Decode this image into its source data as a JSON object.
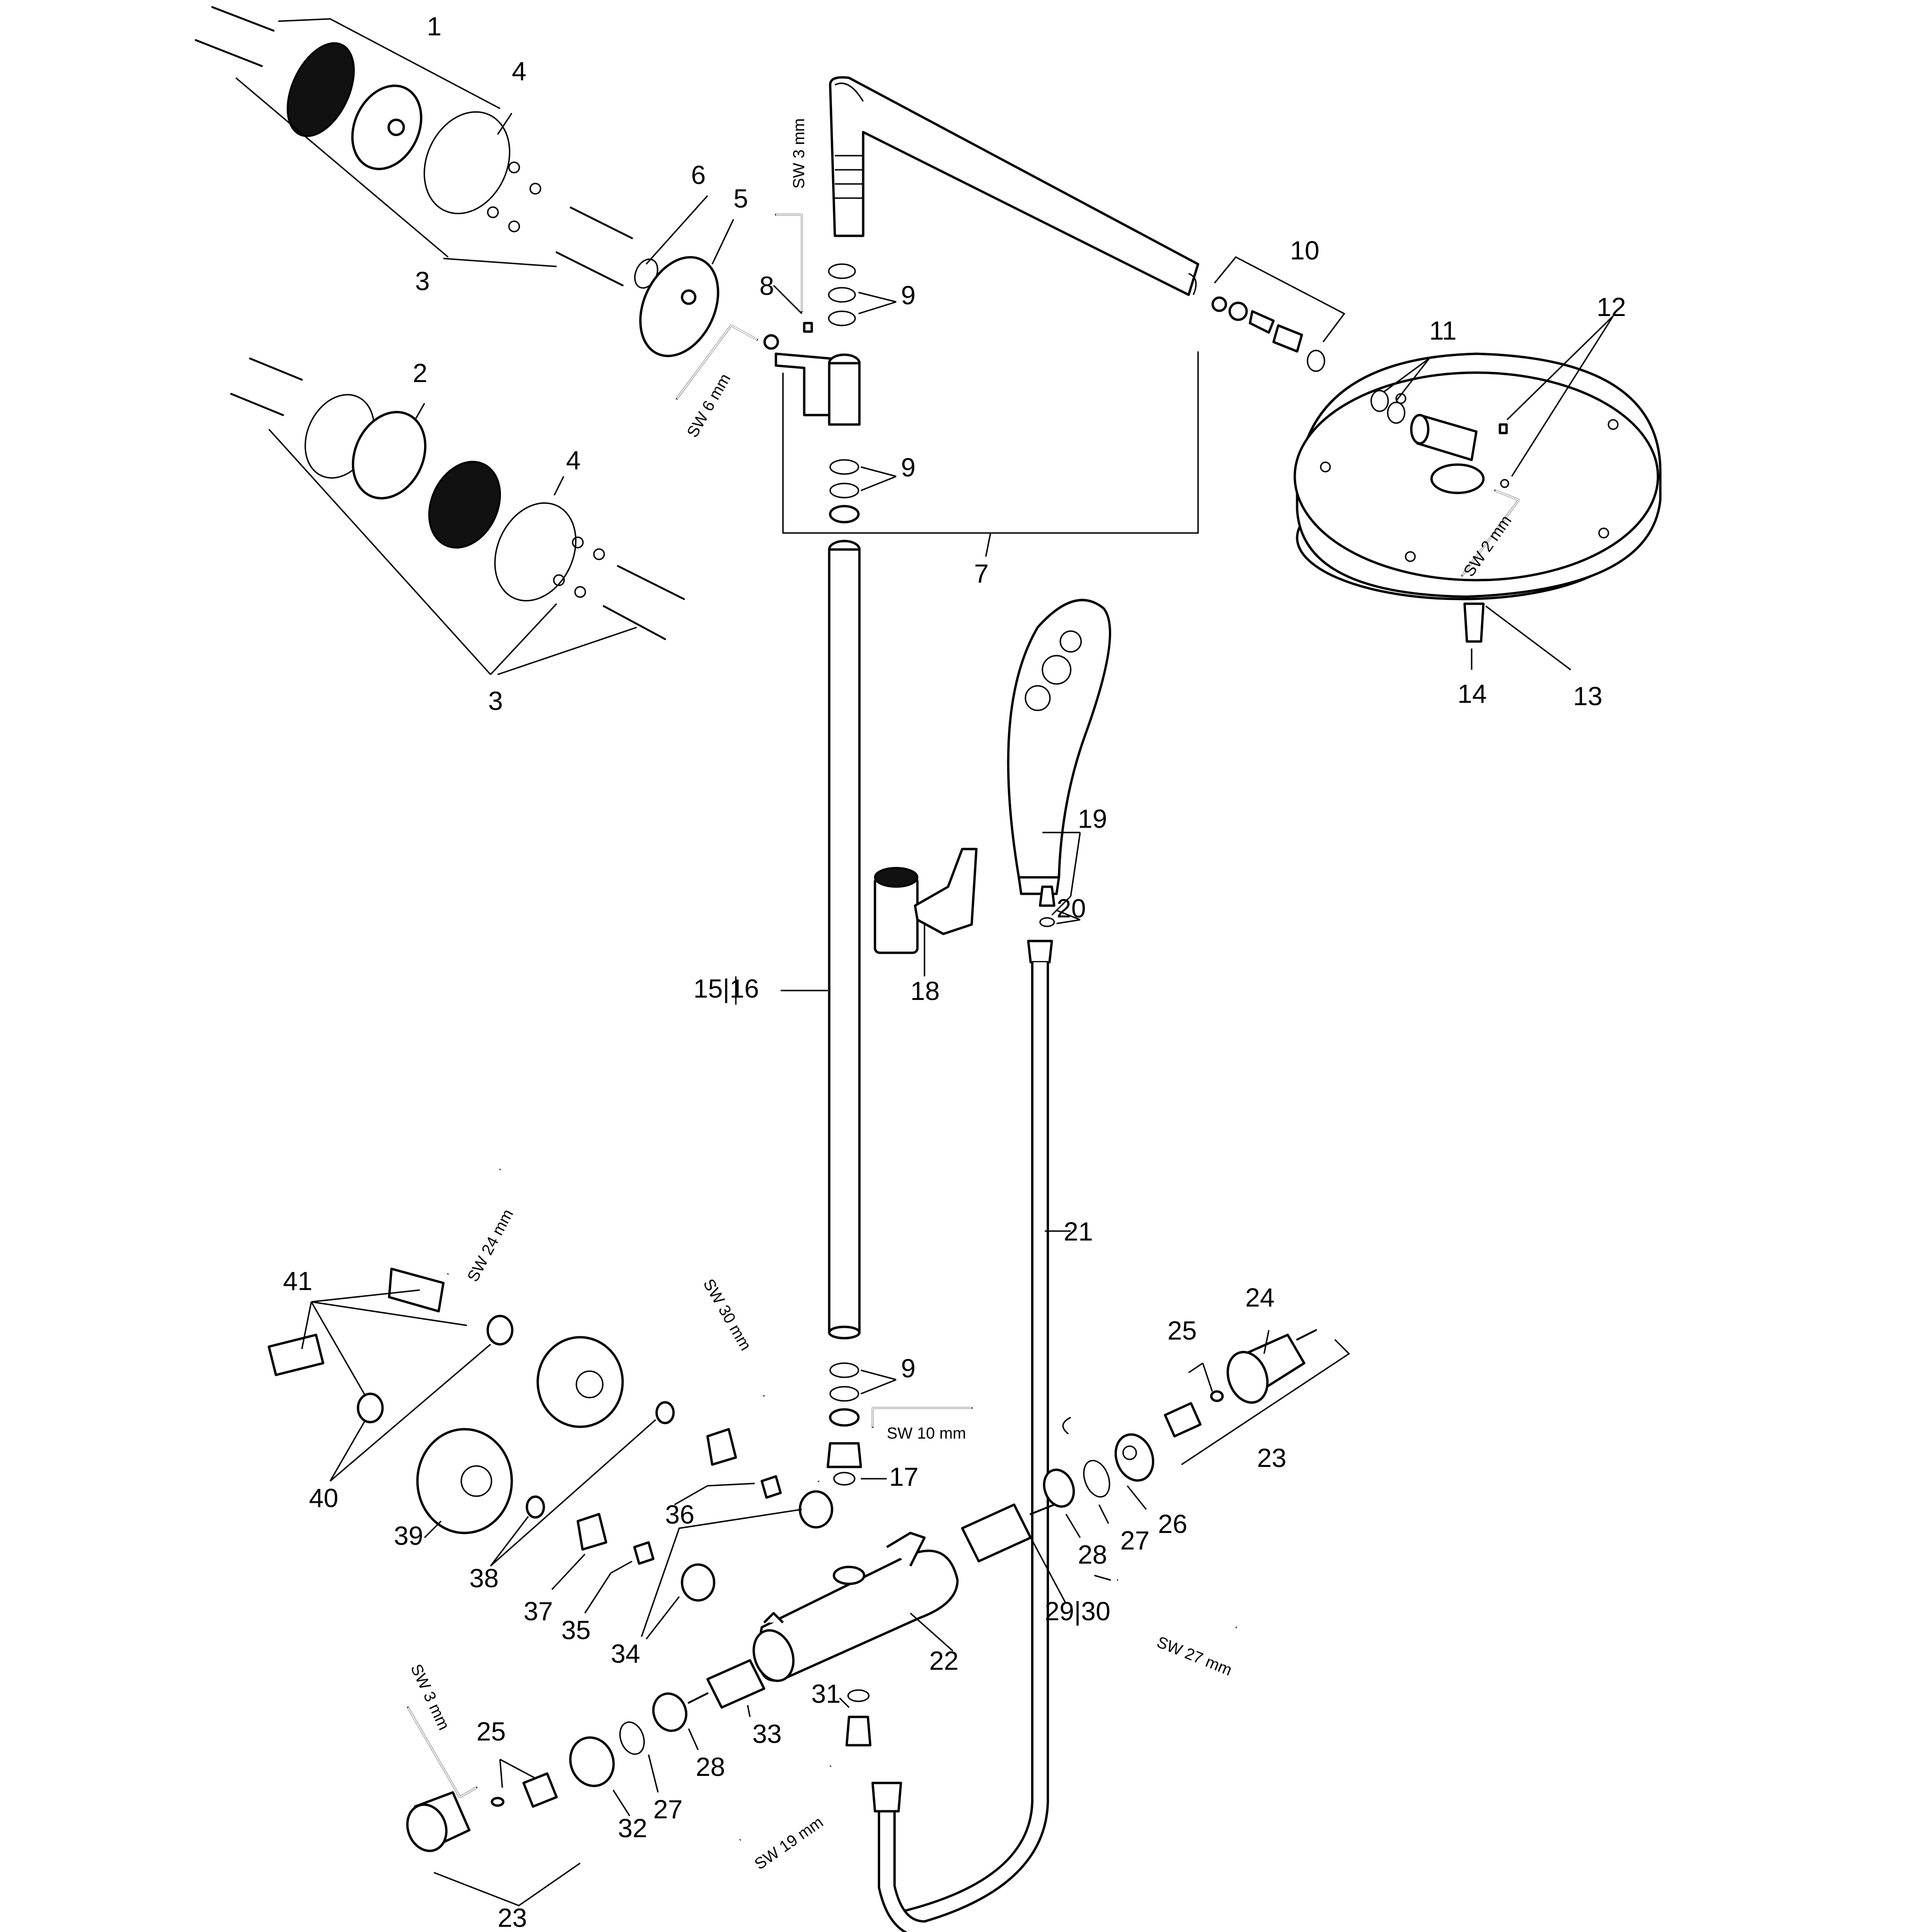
{
  "callouts": [
    {
      "id": "1",
      "text": "1"
    },
    {
      "id": "2",
      "text": "2"
    },
    {
      "id": "3a",
      "text": "3"
    },
    {
      "id": "3b",
      "text": "3"
    },
    {
      "id": "4a",
      "text": "4"
    },
    {
      "id": "4b",
      "text": "4"
    },
    {
      "id": "5",
      "text": "5"
    },
    {
      "id": "6",
      "text": "6"
    },
    {
      "id": "7",
      "text": "7"
    },
    {
      "id": "8",
      "text": "8"
    },
    {
      "id": "9a",
      "text": "9"
    },
    {
      "id": "9b",
      "text": "9"
    },
    {
      "id": "9c",
      "text": "9"
    },
    {
      "id": "10",
      "text": "10"
    },
    {
      "id": "11",
      "text": "11"
    },
    {
      "id": "12",
      "text": "12"
    },
    {
      "id": "13",
      "text": "13"
    },
    {
      "id": "14",
      "text": "14"
    },
    {
      "id": "15-16",
      "text": "15|16"
    },
    {
      "id": "17",
      "text": "17"
    },
    {
      "id": "18",
      "text": "18"
    },
    {
      "id": "19",
      "text": "19"
    },
    {
      "id": "20",
      "text": "20"
    },
    {
      "id": "21",
      "text": "21"
    },
    {
      "id": "22",
      "text": "22"
    },
    {
      "id": "23a",
      "text": "23"
    },
    {
      "id": "23b",
      "text": "23"
    },
    {
      "id": "24",
      "text": "24"
    },
    {
      "id": "25a",
      "text": "25"
    },
    {
      "id": "25b",
      "text": "25"
    },
    {
      "id": "26",
      "text": "26"
    },
    {
      "id": "27a",
      "text": "27"
    },
    {
      "id": "27b",
      "text": "27"
    },
    {
      "id": "28a",
      "text": "28"
    },
    {
      "id": "28b",
      "text": "28"
    },
    {
      "id": "29-30",
      "text": "29|30"
    },
    {
      "id": "31",
      "text": "31"
    },
    {
      "id": "32",
      "text": "32"
    },
    {
      "id": "33",
      "text": "33"
    },
    {
      "id": "34",
      "text": "34"
    },
    {
      "id": "35",
      "text": "35"
    },
    {
      "id": "36",
      "text": "36"
    },
    {
      "id": "37",
      "text": "37"
    },
    {
      "id": "38",
      "text": "38"
    },
    {
      "id": "39",
      "text": "39"
    },
    {
      "id": "40",
      "text": "40"
    },
    {
      "id": "41",
      "text": "41"
    }
  ],
  "tool_labels": {
    "sw3_top": "SW 3 mm",
    "sw6": "SW 6 mm",
    "sw2": "SW 2 mm",
    "sw24": "SW 24 mm",
    "sw30": "SW 30 mm",
    "sw10": "SW 10 mm",
    "sw27": "SW 27 mm",
    "sw19": "SW 19 mm",
    "sw3_bottom": "SW 3 mm"
  }
}
